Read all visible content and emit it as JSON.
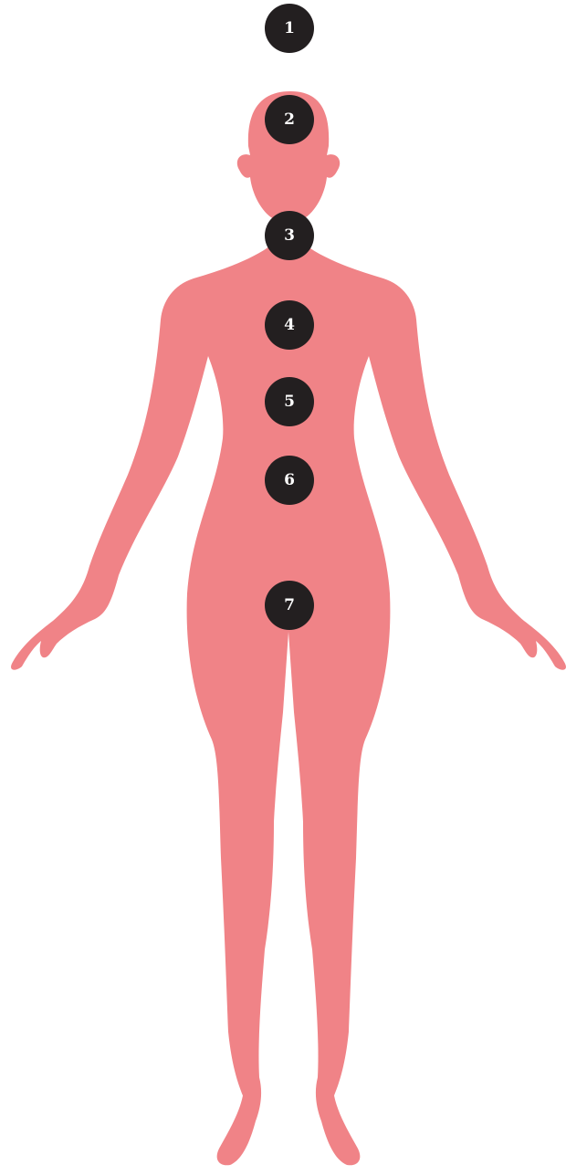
{
  "colors": {
    "body": "#f08387",
    "marker": "#231f20",
    "marker_text": "#ffffff",
    "background": "#ffffff"
  },
  "markers": [
    {
      "label": "1"
    },
    {
      "label": "2"
    },
    {
      "label": "3"
    },
    {
      "label": "4"
    },
    {
      "label": "5"
    },
    {
      "label": "6"
    },
    {
      "label": "7"
    }
  ]
}
